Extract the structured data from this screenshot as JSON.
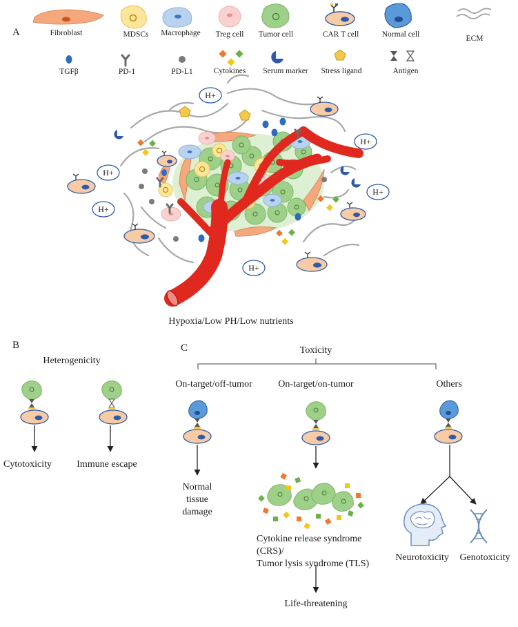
{
  "legend": {
    "row1": [
      {
        "key": "fibroblast",
        "label": "Fibroblast"
      },
      {
        "key": "mdsc",
        "label": "MDSCs"
      },
      {
        "key": "macrophage",
        "label": "Macrophage"
      },
      {
        "key": "treg",
        "label": "Treg cell"
      },
      {
        "key": "tumor",
        "label": "Tumor cell"
      },
      {
        "key": "cart",
        "label": "CAR T cell"
      },
      {
        "key": "normal",
        "label": "Normal cell"
      },
      {
        "key": "ecm",
        "label": "ECM"
      }
    ],
    "row2": [
      {
        "key": "tgfb",
        "label": "TGFβ"
      },
      {
        "key": "pd1",
        "label": "PD-1"
      },
      {
        "key": "pdl1",
        "label": "PD-L1"
      },
      {
        "key": "cytokines",
        "label": "Cytokines"
      },
      {
        "key": "serum",
        "label": "Serum marker"
      },
      {
        "key": "stress",
        "label": "Stress ligand"
      },
      {
        "key": "antigen",
        "label": "Antigen"
      }
    ]
  },
  "panel_a": {
    "letter": "A",
    "proton_label": "H+",
    "caption": "Hypoxia/Low PH/Low nutrients"
  },
  "panel_b": {
    "letter": "B",
    "title": "Heterogenicity",
    "outcomes": [
      "Cytotoxicity",
      "Immune escape"
    ]
  },
  "panel_c": {
    "letter": "C",
    "title": "Toxicity",
    "categories": [
      "On-target/off-tumor",
      "On-target/on-tumor",
      "Others"
    ],
    "off_tumor_outcome": [
      "Normal",
      "tissue",
      "damage"
    ],
    "on_tumor_outcome": [
      "Cytokine release syndrome",
      "(CRS)/",
      "Tumor lysis syndrome (TLS)"
    ],
    "on_tumor_final": "Life-threatening",
    "others_outcomes": [
      "Neurotoxicity",
      "Genotoxicity"
    ]
  },
  "colors": {
    "fibroblast": "#f4a87c",
    "mdsc": "#fde59a",
    "macrophage": "#b9d3ee",
    "treg": "#f9d2cf",
    "tumor": "#9fd08a",
    "cart": "#f6cba6",
    "normal": "#5a9ad8",
    "vessel": "#e0281f",
    "ecm": "#a8a8a8",
    "tgfb": "#2e6cc0",
    "cytokine_orange": "#ee7a2c",
    "cytokine_green": "#6ab04c",
    "cytokine_yellow": "#f5c518",
    "serum": "#2f5aa8",
    "stress": "#f2c94c"
  }
}
